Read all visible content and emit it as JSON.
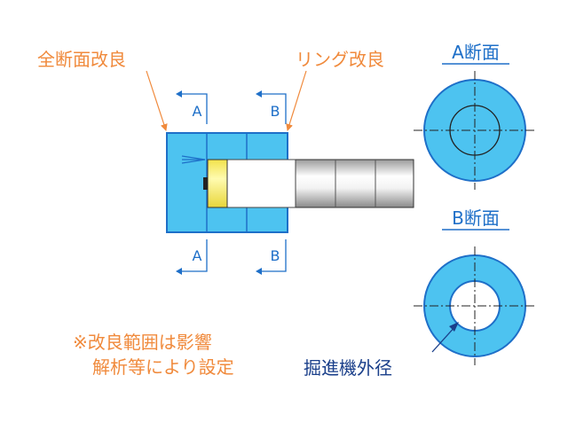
{
  "labels": {
    "full_section": "全断面改良",
    "ring": "リング改良",
    "section_a_title": "A断面",
    "section_b_title": "B断面",
    "cut_a": "A",
    "cut_b": "B",
    "note_line1": "※改良範囲は影響",
    "note_line2": "解析等により設定",
    "machine_diameter": "掘進機外径"
  },
  "colors": {
    "improvement_fill": "#4dc3f0",
    "outline": "#1e6fc8",
    "annotation_orange": "#f08a3c",
    "cutter_yellow": "#f7f07a",
    "label_navy": "#1a3f8a"
  }
}
